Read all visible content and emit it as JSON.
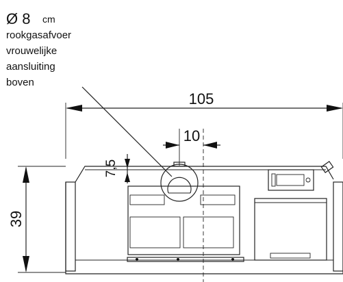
{
  "annotation": {
    "diameter_symbol": "Ø 8",
    "diameter_unit": "cm",
    "line1": "rookgasafvoer",
    "line2": "vrouwelijke",
    "line3": "aansluiting",
    "line4": "boven"
  },
  "dimensions": {
    "width": "105",
    "offset": "10",
    "collar": "7,5",
    "height": "39"
  }
}
